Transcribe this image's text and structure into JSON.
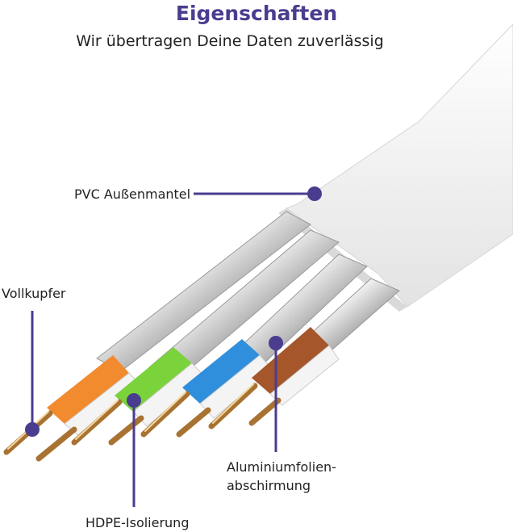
{
  "heading": {
    "title": "Eigenschaften",
    "subtitle": "Wir übertragen Deine Daten zuverlässig"
  },
  "labels": {
    "jacket": "PVC Außenmantel",
    "conductor": "Vollkupfer",
    "shielding_line1": "Aluminiumfolien-",
    "shielding_line2": "abschirmung",
    "insulation": "HDPE-Isolierung"
  },
  "colors": {
    "accent": "#4a3d8f",
    "orange": "#f28a2e",
    "green": "#7bd33c",
    "blue": "#2f8fdc",
    "brown": "#a5562a",
    "copper": "#c89a55",
    "jacket": "#f2f2f2"
  }
}
